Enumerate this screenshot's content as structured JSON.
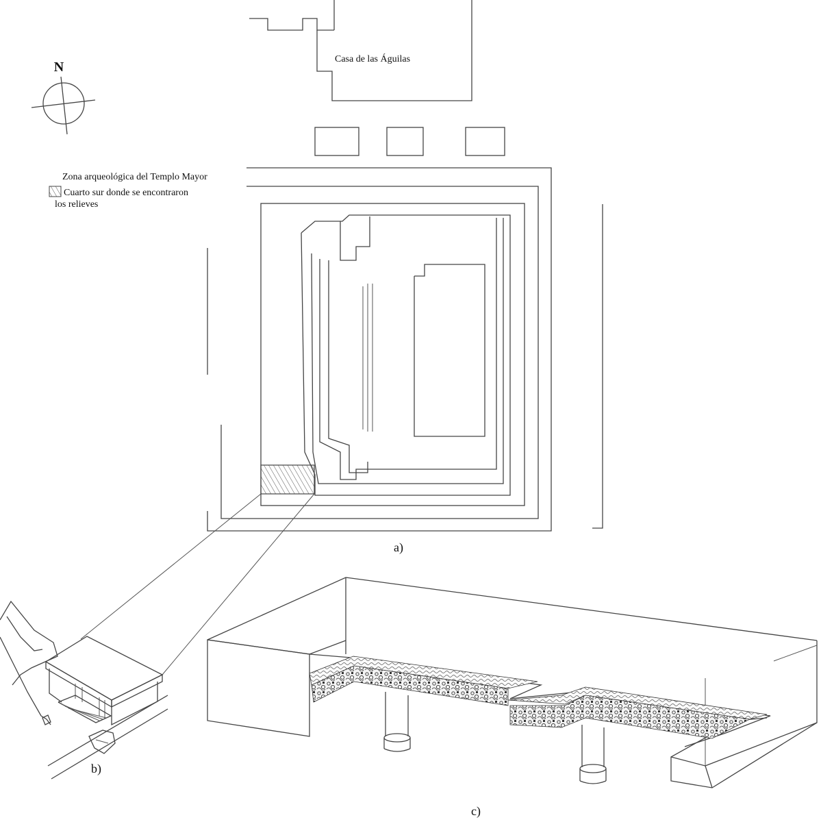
{
  "labels": {
    "north": "N",
    "building": "Casa de las Águilas",
    "zone": "Zona arqueológica del Templo Mayor",
    "room_line1": "Cuarto sur donde se encontraron",
    "room_line2": "los relieves",
    "panel_a": "a)",
    "panel_b": "b)",
    "panel_c": "c)"
  },
  "colors": {
    "line": "#444444",
    "hatch": "#555555",
    "frieze": "#333333",
    "background": "#ffffff"
  },
  "icons": {
    "compass": "north-arrow-icon",
    "hatch": "hatched-square-icon"
  }
}
